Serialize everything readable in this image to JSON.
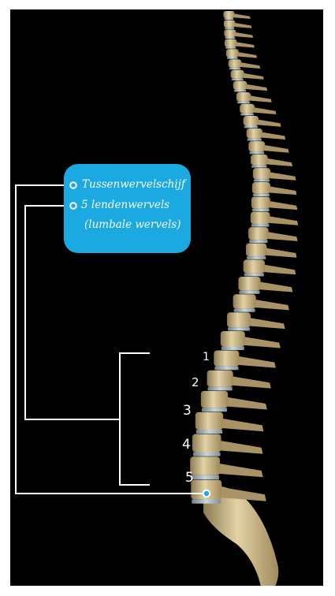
{
  "legend": {
    "items": [
      {
        "label": "Tussenwervelschijf"
      },
      {
        "label": "5 lendenwervels",
        "sublabel": "(lumbale wervels)"
      }
    ]
  },
  "vertebrae_numbers": [
    "1",
    "2",
    "3",
    "4",
    "5"
  ],
  "colors": {
    "background": "#000000",
    "legend_box": "#1ba9e1",
    "bone": "#d8c596",
    "disc": "#9fb3bd",
    "lines": "#ffffff",
    "marker": "#1ba9e1"
  }
}
